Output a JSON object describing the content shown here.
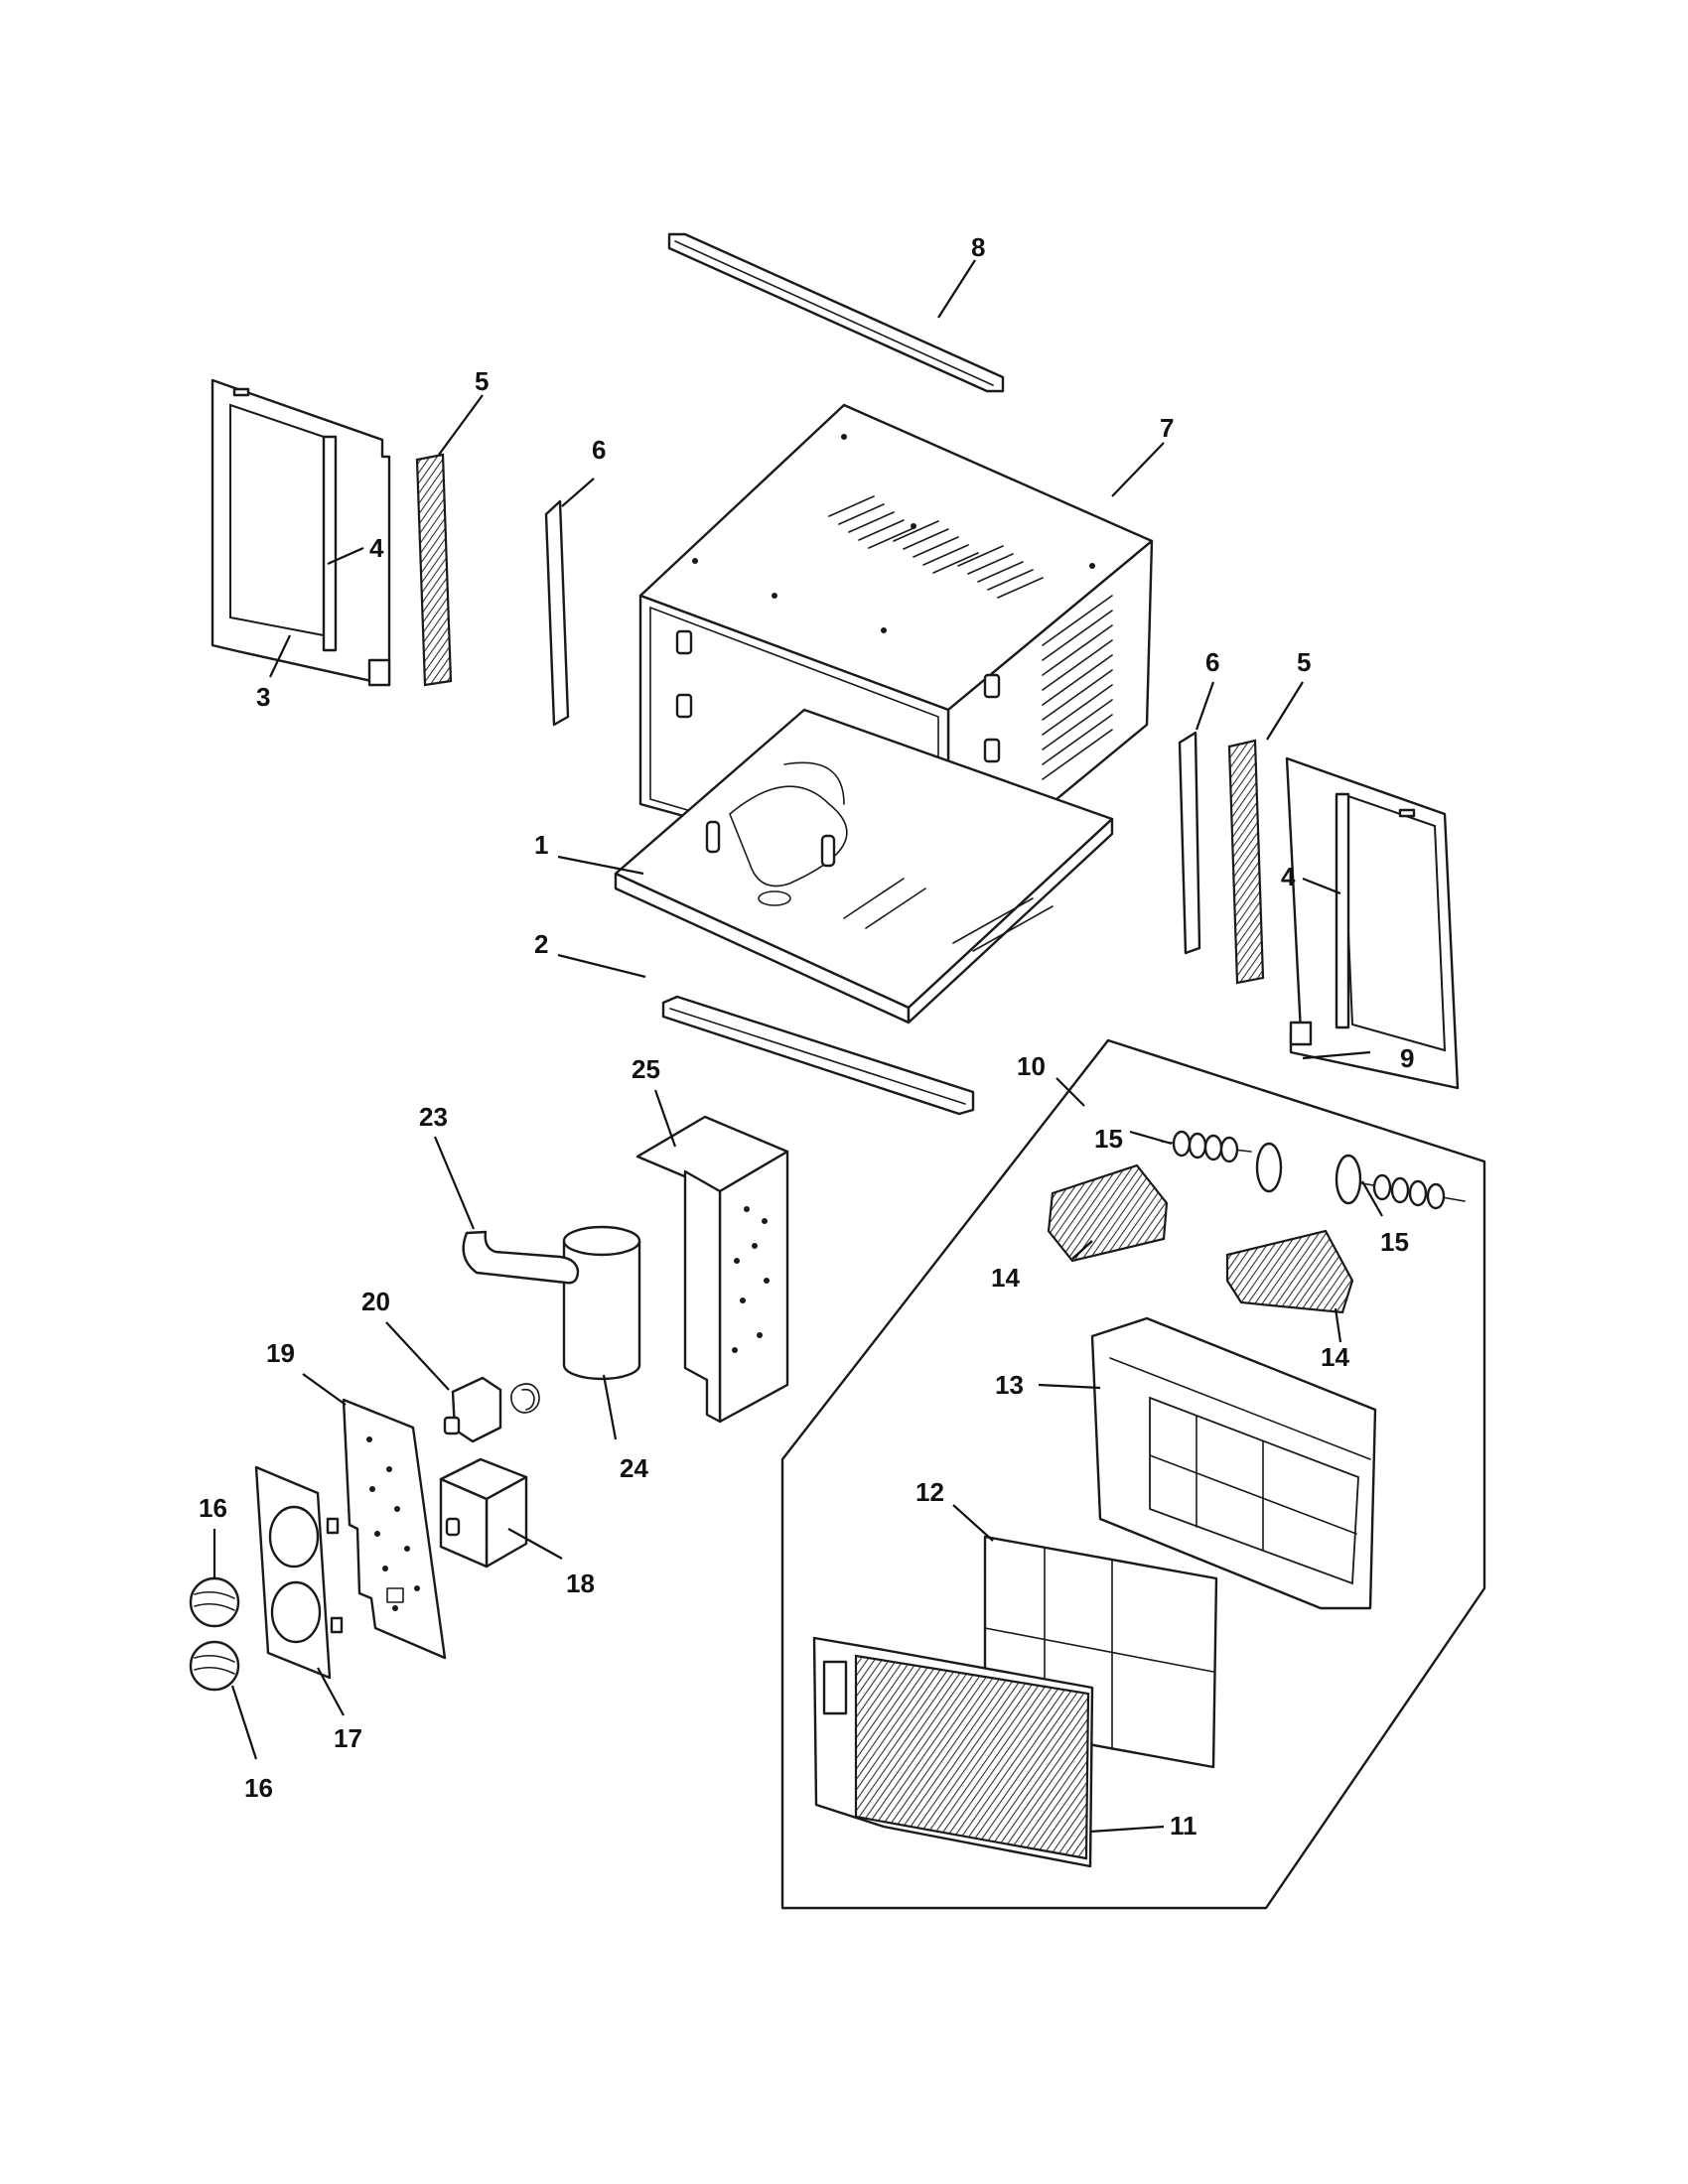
{
  "callouts": {
    "c1": "1",
    "c2": "2",
    "c3": "3",
    "c4a": "4",
    "c4b": "4",
    "c5a": "5",
    "c5b": "5",
    "c6a": "6",
    "c6b": "6",
    "c7": "7",
    "c8": "8",
    "c9": "9",
    "c10": "10",
    "c11": "11",
    "c12": "12",
    "c13": "13",
    "c14a": "14",
    "c14b": "14",
    "c15a": "15",
    "c15b": "15",
    "c16a": "16",
    "c16b": "16",
    "c17": "17",
    "c18": "18",
    "c19": "19",
    "c20": "20",
    "c23": "23",
    "c24": "24",
    "c25": "25"
  }
}
